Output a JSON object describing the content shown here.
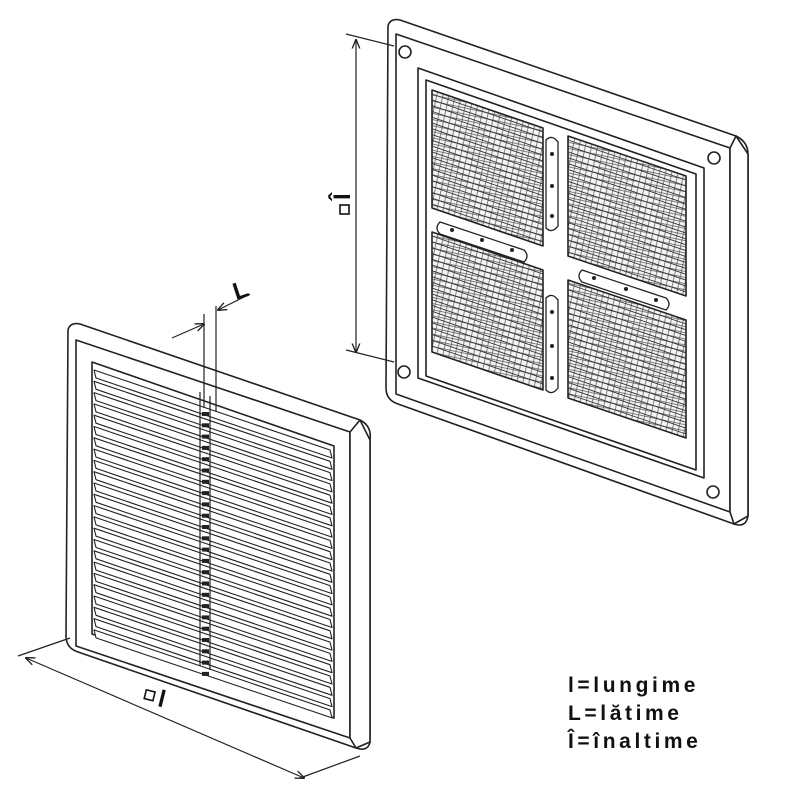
{
  "dimensions": {
    "length_label": "l",
    "width_label": "L",
    "height_label": "Î"
  },
  "legend": [
    "l=lungime",
    "L=lătime",
    "Î=înaltime"
  ],
  "colors": {
    "line": "#222222",
    "fill": "#ffffff",
    "text": "#111111"
  }
}
